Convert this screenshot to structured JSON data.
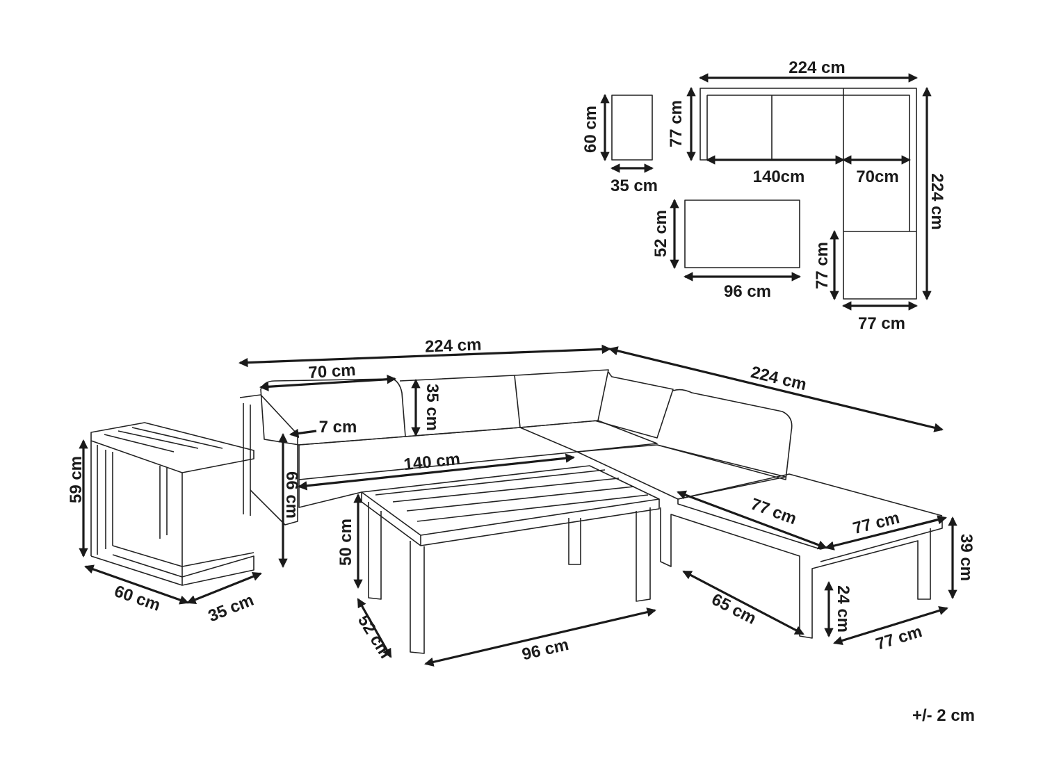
{
  "plan": {
    "table_w": "35 cm",
    "table_h": "60 cm",
    "sofa_top": "224 cm",
    "sofa_depth": "77 cm",
    "sofa_140": "140cm",
    "sofa_70": "70cm",
    "sofa_right": "224 cm",
    "chaise_h": "77 cm",
    "chaise_w": "77 cm",
    "coffee_h": "52 cm",
    "coffee_w": "96 cm"
  },
  "persp": {
    "sofa_left": "224 cm",
    "sofa_right": "224 cm",
    "back_70": "70 cm",
    "back_35": "35 cm",
    "arm_7": "7 cm",
    "seat_140": "140 cm",
    "height_66": "66 cm",
    "side_59": "59 cm",
    "side_60": "60 cm",
    "side_35": "35 cm",
    "coffee_50": "50 cm",
    "coffee_52": "52 cm",
    "coffee_96": "96 cm",
    "chaise_77a": "77 cm",
    "chaise_77b": "77 cm",
    "chaise_39": "39 cm",
    "chaise_24": "24 cm",
    "chaise_65": "65 cm",
    "chaise_77c": "77 cm"
  },
  "tolerance": "+/- 2 cm"
}
